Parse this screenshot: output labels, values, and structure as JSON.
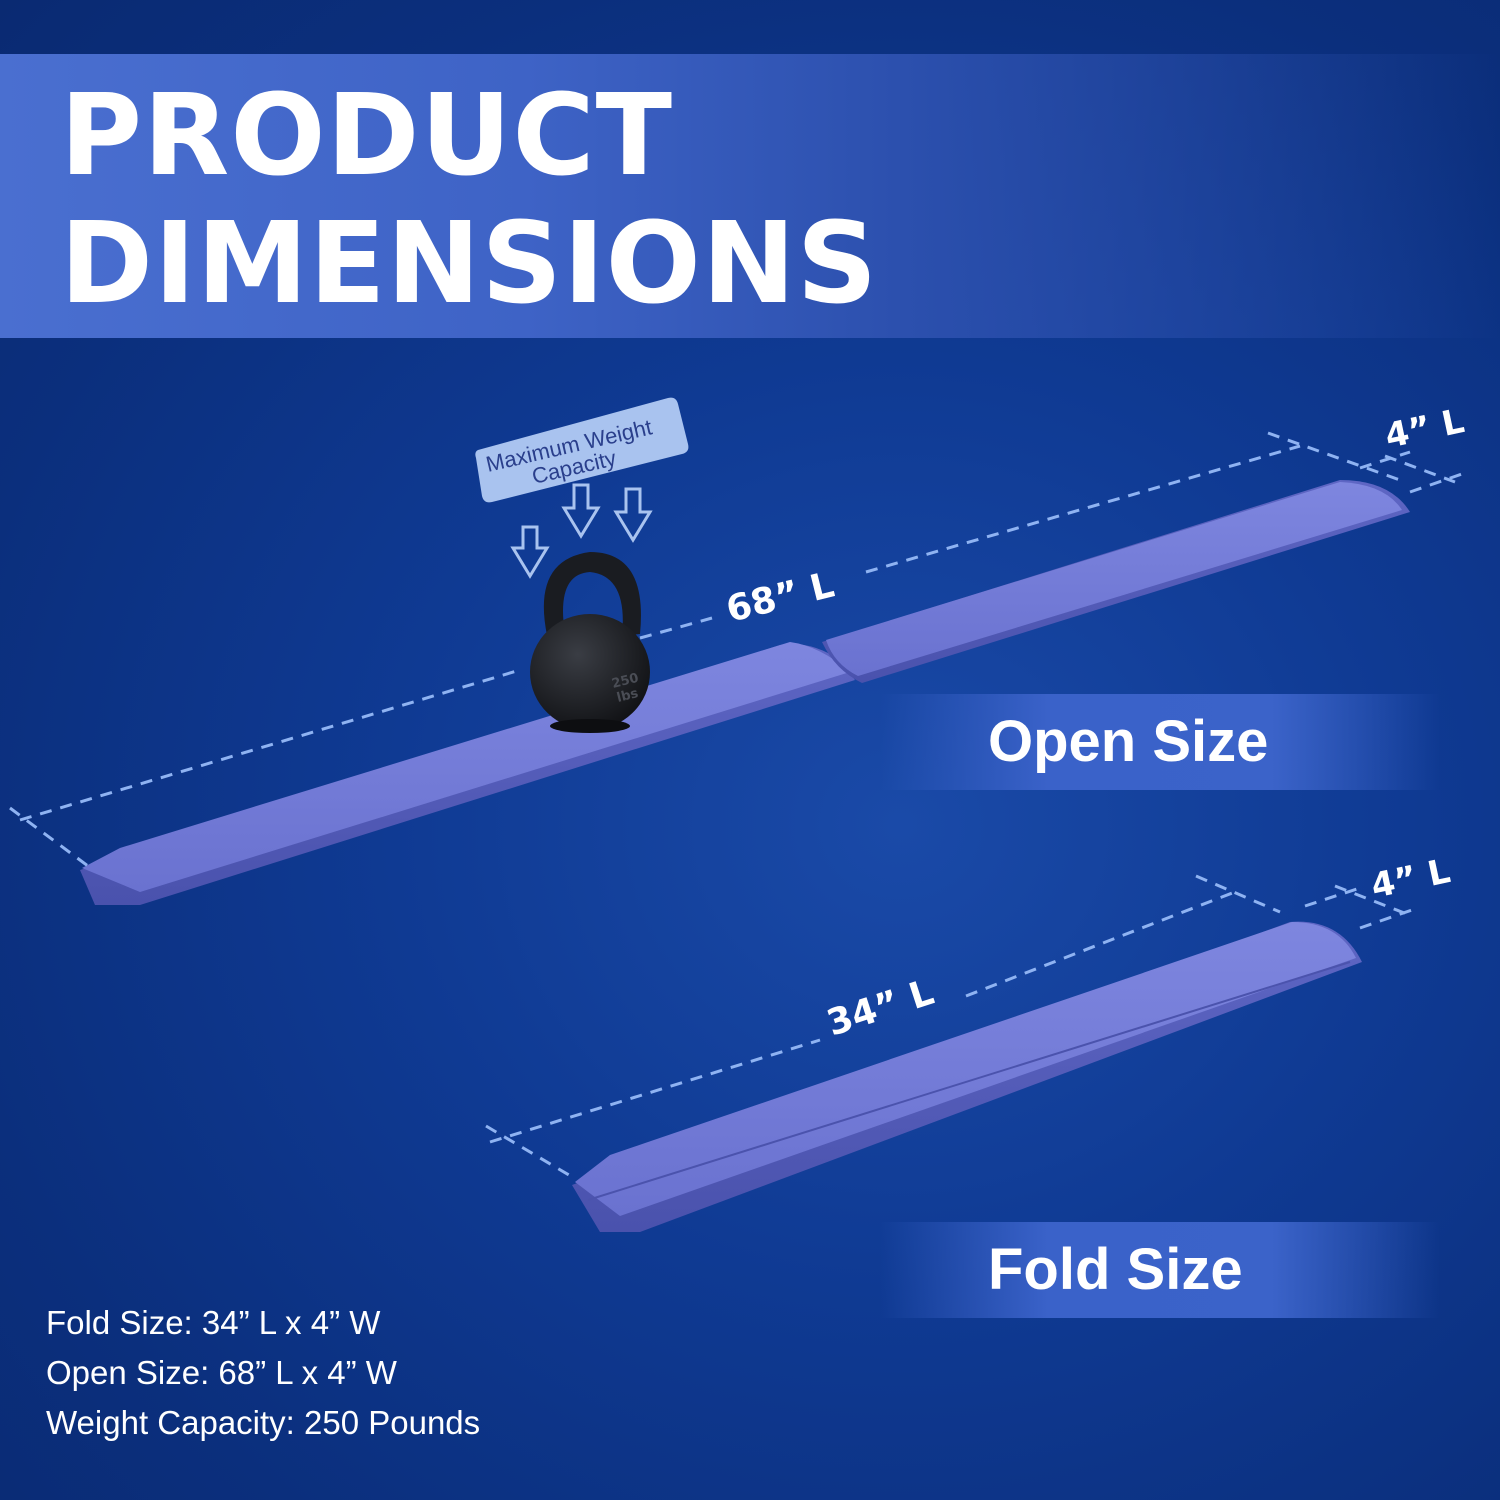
{
  "title": {
    "line1": "PRODUCT",
    "line2": "DIMENSIONS"
  },
  "callout": {
    "line1": "Maximum Weight",
    "line2": "Capacity"
  },
  "kettlebell": {
    "line1": "250",
    "line2": "lbs"
  },
  "open": {
    "length_label": "68” L",
    "width_label": "4” L",
    "name": "Open Size"
  },
  "fold": {
    "length_label": "34” L",
    "width_label": "4” L",
    "name": "Fold Size"
  },
  "specs": [
    "Fold Size: 34” L x 4” W",
    "Open Size: 68” L x 4” W",
    "Weight Capacity: 250 Pounds"
  ],
  "colors": {
    "background": "#0f3a93",
    "beam": "#6f78d6",
    "dimension_line": "#8fb3f2",
    "callout": "#a9c3ef"
  }
}
